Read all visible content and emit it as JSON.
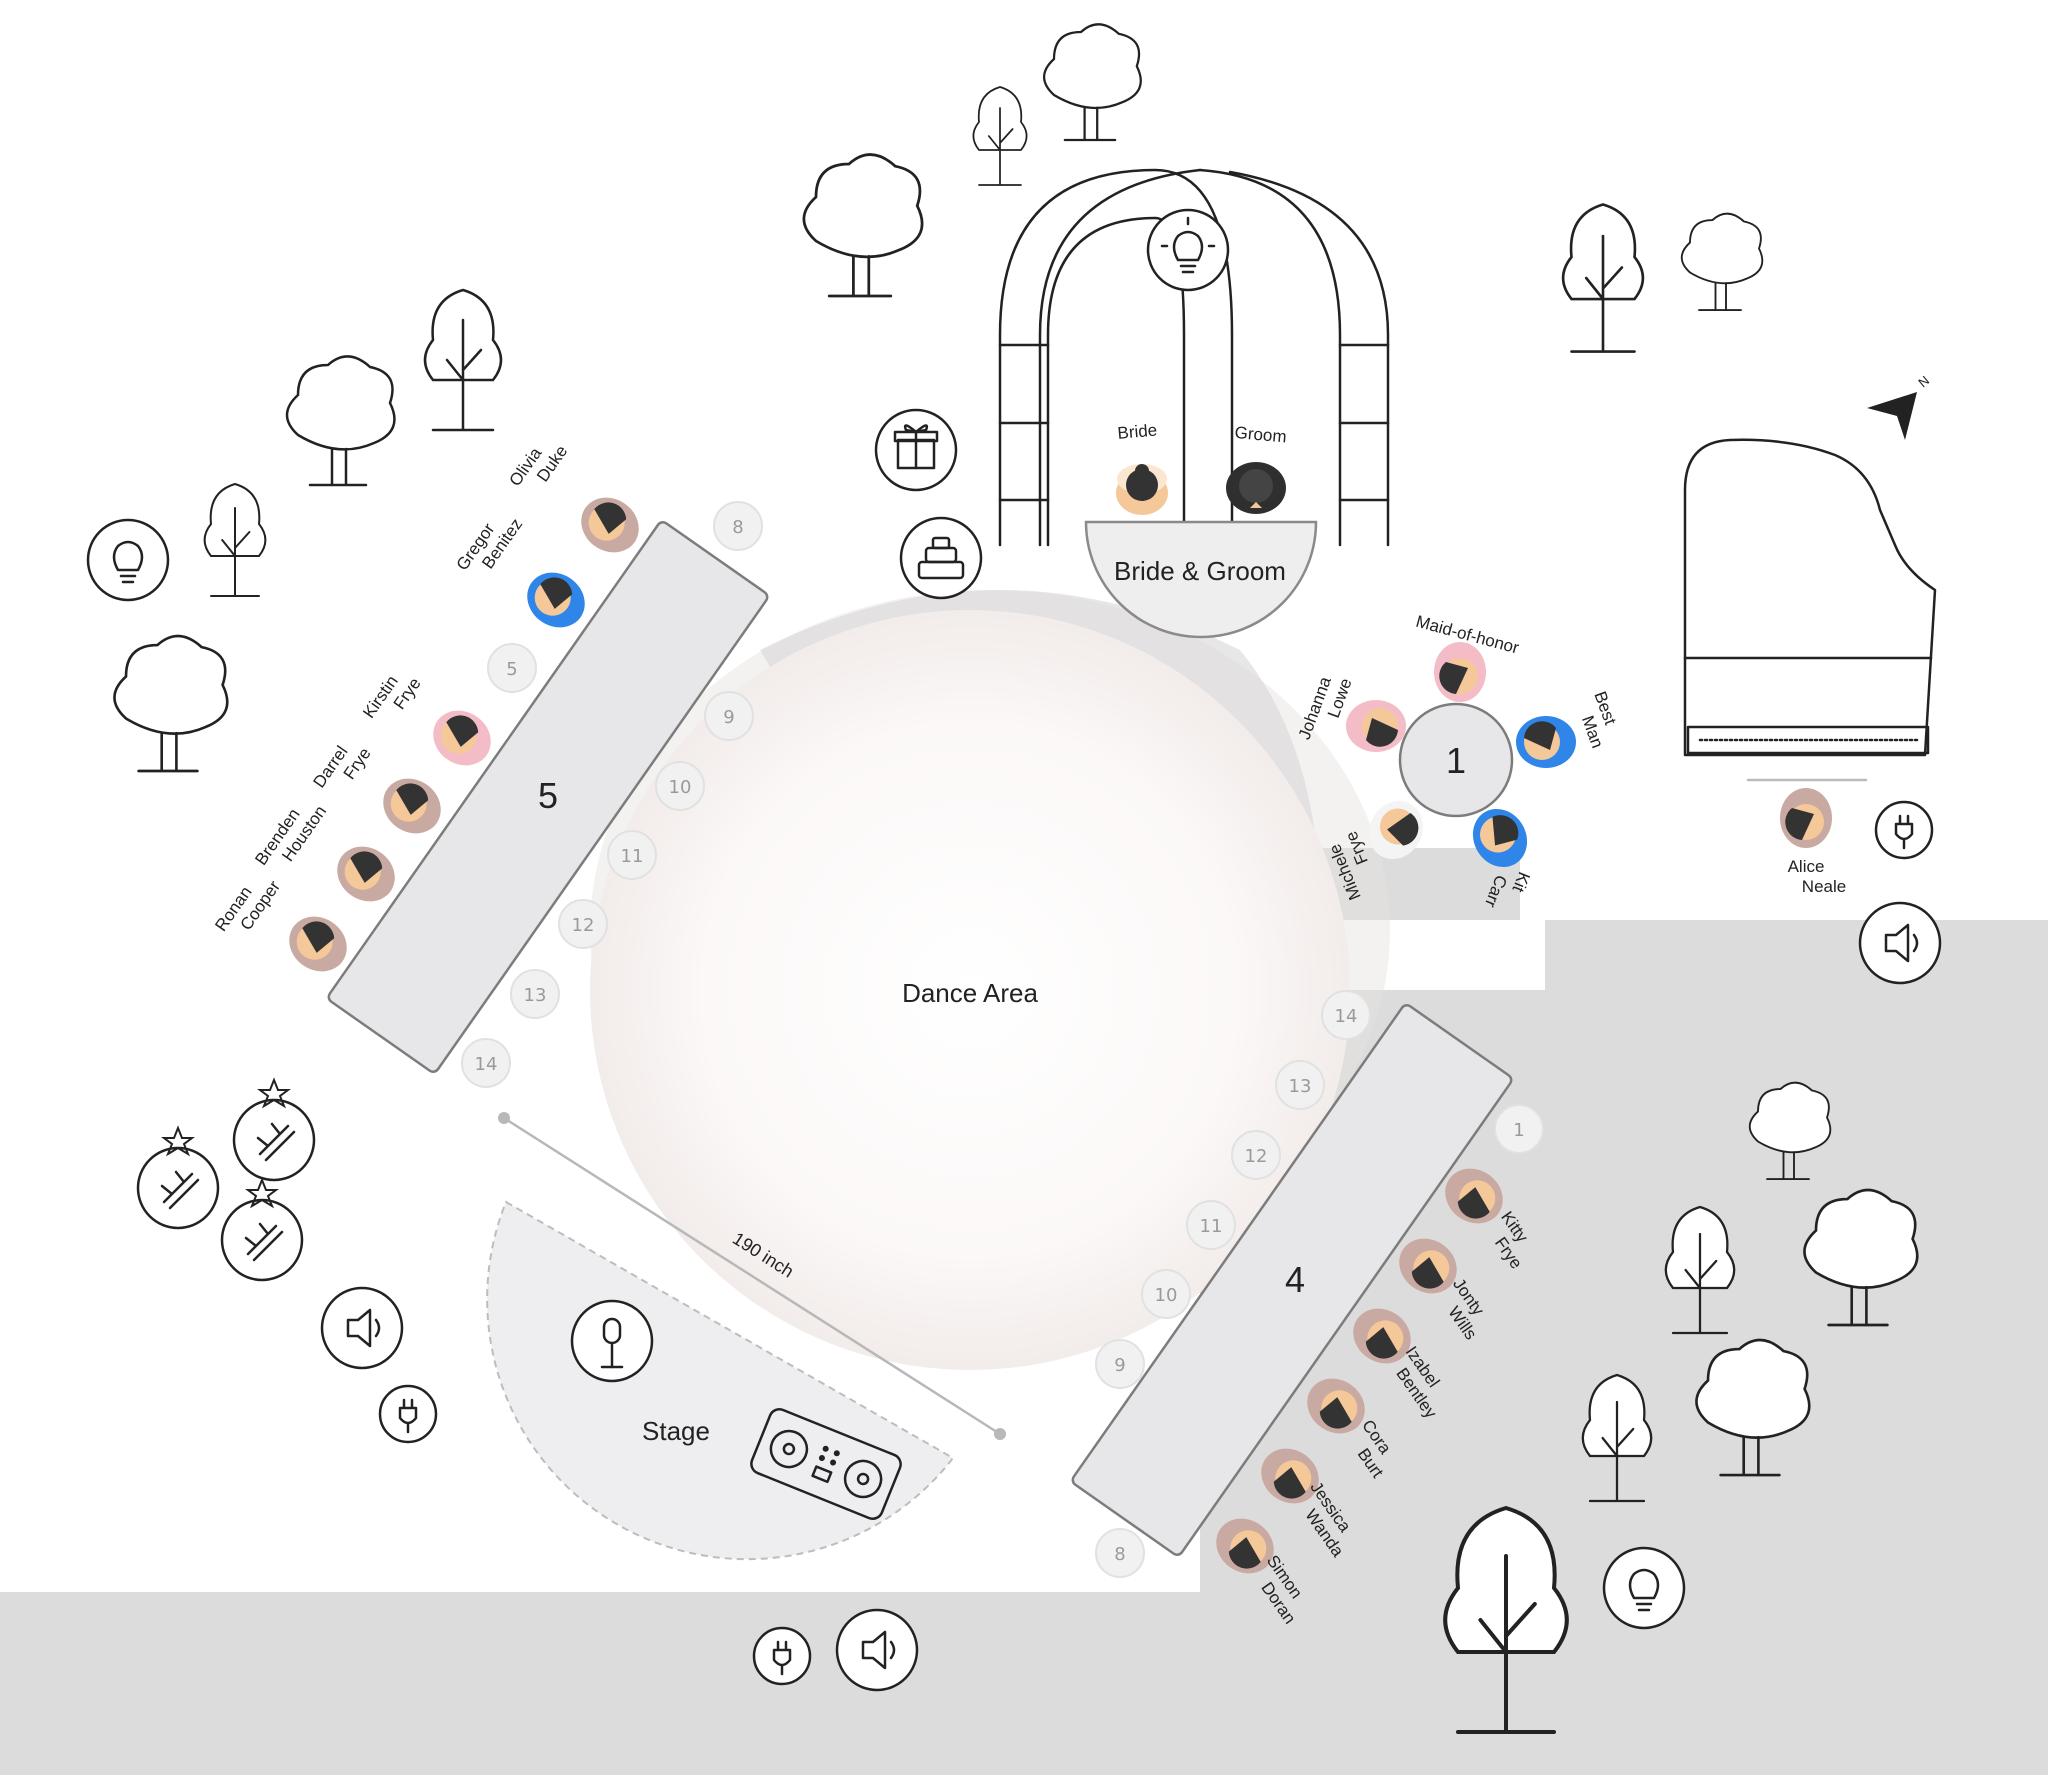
{
  "colors": {
    "ground": "#dcdcdc",
    "table_fill": "#e7e7e9",
    "table_stroke": "#7c7c7c",
    "seat_fill": "#f1f1f1",
    "seat_stroke": "#e1e1e1",
    "hair": "#333333",
    "skin": "#f5c89a",
    "guest_mauve": "#c9aaa2",
    "guest_pink": "#f3bcc6",
    "guest_blue": "#2f86e8",
    "guest_white": "#f4f4f4",
    "line": "#222222"
  },
  "icons": [
    "tree-icon",
    "lightbulb-icon",
    "gift-icon",
    "cake-icon",
    "piano-icon",
    "north-arrow-icon",
    "speaker-icon",
    "power-outlet-icon",
    "firework-icon",
    "microphone-icon",
    "dj-controller-icon"
  ],
  "areas": {
    "dance": "Dance Area",
    "stage": "Stage",
    "distance": "190 inch",
    "bride_groom_table": "Bride & Groom"
  },
  "couple": {
    "bride": "Bride",
    "groom": "Groom"
  },
  "tables": {
    "t5": {
      "number": "5",
      "seat_numbers": [
        "8",
        "5",
        "9",
        "10",
        "11",
        "12",
        "13",
        "14"
      ],
      "guests": [
        [
          "Olivia",
          "Duke"
        ],
        [
          "Gregor",
          "Benitez"
        ],
        [
          "Kirstin",
          "Frye"
        ],
        [
          "Darrel",
          "Frye"
        ],
        [
          "Brenden",
          "Houston"
        ],
        [
          "Ronan",
          "Cooper"
        ]
      ]
    },
    "t4": {
      "number": "4",
      "seat_numbers": [
        "14",
        "13",
        "1",
        "12",
        "11",
        "10",
        "9",
        "8"
      ],
      "guests": [
        [
          "Kitty",
          "Frye"
        ],
        [
          "Jonty",
          "Wills"
        ],
        [
          "Izabel",
          "Bentley"
        ],
        [
          "Cora",
          "Burt"
        ],
        [
          "Jessica",
          "Wanda"
        ],
        [
          "Simon",
          "Doran"
        ]
      ]
    },
    "t1": {
      "number": "1",
      "guests": [
        [
          "Maid-of-honor"
        ],
        [
          "Best",
          "Man"
        ],
        [
          "Kit",
          "Carr"
        ],
        [
          "Michele",
          "Frye"
        ],
        [
          "Johanna",
          "Lowe"
        ]
      ]
    }
  },
  "piano_guest": [
    "Alice",
    "Neale"
  ]
}
